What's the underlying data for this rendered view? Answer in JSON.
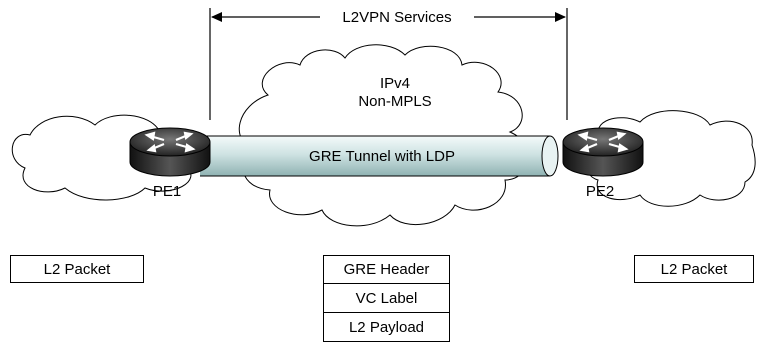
{
  "diagram": {
    "services_label": "L2VPN Services",
    "core_cloud_line1": "IPv4",
    "core_cloud_line2": "Non-MPLS",
    "tunnel_label": "GRE Tunnel with LDP",
    "pe1_label": "PE1",
    "pe2_label": "PE2",
    "left_packet_label": "L2 Packet",
    "right_packet_label": "L2 Packet",
    "encapsulation_stack": [
      "GRE Header",
      "VC Label",
      "L2 Payload"
    ]
  }
}
